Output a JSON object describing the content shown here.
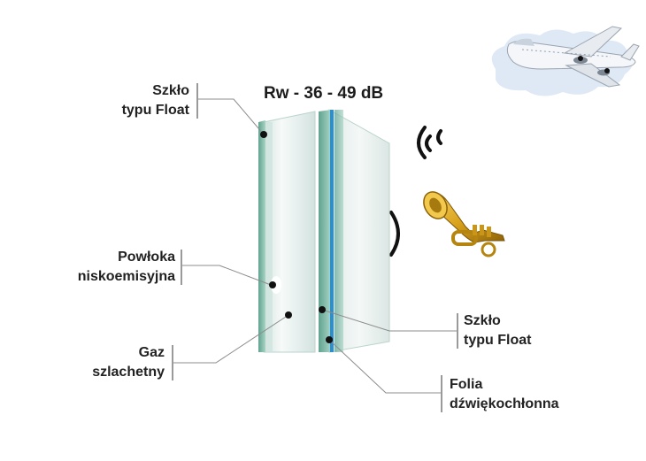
{
  "rating": "Rw - 36 - 49 dB",
  "labels": {
    "float_top": [
      "Szkło",
      "typu Float"
    ],
    "coating": [
      "Powłoka",
      "niskoemisyjna"
    ],
    "gas": [
      "Gaz",
      "szlachetny"
    ],
    "float_right": [
      "Szkło",
      "typu Float"
    ],
    "foil": [
      "Folia",
      "dźwiękochłonna"
    ]
  },
  "colors": {
    "glass_edge": "#7fb8a8",
    "glass_face": "#e6f0ee",
    "foil": "#2a8fd0",
    "leader": "#8c8c8c",
    "trumpet": "#d9a21c",
    "plane_body": "#f4f6f9",
    "cloud": "#dfe9f5"
  },
  "icons": [
    "airplane-icon",
    "trumpet-icon",
    "sound-wave-icon"
  ]
}
